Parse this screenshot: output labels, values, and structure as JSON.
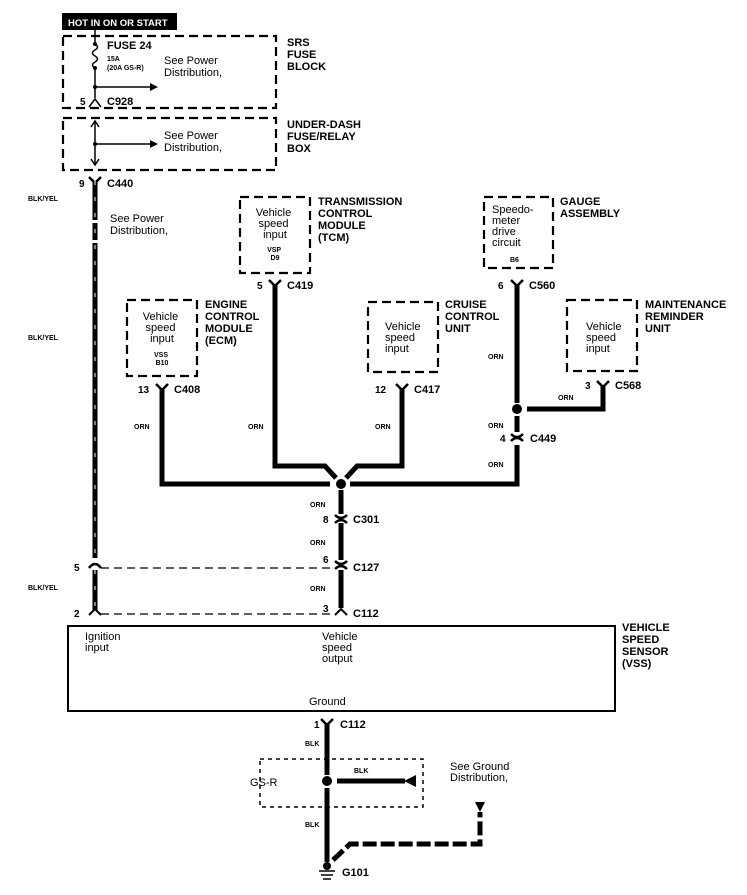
{
  "header": {
    "hot_label": "HOT IN ON OR START"
  },
  "srs_fuse_block": {
    "title_lines": [
      "SRS",
      "FUSE",
      "BLOCK"
    ],
    "fuse_name": "FUSE 24",
    "fuse_ratings": [
      "15A",
      "(20A GS-R)"
    ],
    "see_lines": [
      "See Power",
      "Distribution,"
    ],
    "pin": "5",
    "connector": "C928"
  },
  "under_dash_box": {
    "title_lines": [
      "UNDER-DASH",
      "FUSE/RELAY",
      "BOX"
    ],
    "see_lines": [
      "See Power",
      "Distribution,"
    ],
    "pin": "9",
    "connector": "C440"
  },
  "left_wire": {
    "color_labels": [
      "BLK/YEL",
      "BLK/YEL",
      "BLK/YEL"
    ],
    "see_lines": [
      "See Power",
      "Distribution,"
    ]
  },
  "tcm": {
    "title_lines": [
      "TRANSMISSION",
      "CONTROL",
      "MODULE",
      "(TCM)"
    ],
    "input_lines": [
      "Vehicle",
      "speed",
      "input"
    ],
    "terminal_lines": [
      "VSP",
      "D9"
    ],
    "pin": "5",
    "connector": "C419",
    "wire_color": "ORN"
  },
  "gauge": {
    "title_lines": [
      "GAUGE",
      "ASSEMBLY"
    ],
    "input_lines": [
      "Speedo-",
      "meter",
      "drive",
      "circuit"
    ],
    "terminal_lines": [
      "B6"
    ],
    "pin": "6",
    "connector": "C560",
    "wire_colors": [
      "ORN",
      "ORN",
      "ORN"
    ]
  },
  "ecm": {
    "title_lines": [
      "ENGINE",
      "CONTROL",
      "MODULE",
      "(ECM)"
    ],
    "input_lines": [
      "Vehicle",
      "speed",
      "input"
    ],
    "terminal_lines": [
      "VSS",
      "B10"
    ],
    "pin": "13",
    "connector": "C408",
    "wire_color": "ORN"
  },
  "cruise": {
    "title_lines": [
      "CRUISE",
      "CONTROL",
      "UNIT"
    ],
    "input_lines": [
      "Vehicle",
      "speed",
      "input"
    ],
    "pin": "12",
    "connector": "C417",
    "wire_color": "ORN"
  },
  "maintenance": {
    "title_lines": [
      "MAINTENANCE",
      "REMINDER",
      "UNIT"
    ],
    "input_lines": [
      "Vehicle",
      "speed",
      "input"
    ],
    "pin": "3",
    "connector": "C568",
    "wire_color": "ORN"
  },
  "c449": {
    "pin": "4",
    "connector": "C449"
  },
  "trunk": {
    "segments": [
      {
        "color": "ORN",
        "pin": "8",
        "connector": "C301"
      },
      {
        "color": "ORN",
        "pin": "6",
        "connector": "C127"
      },
      {
        "color": "ORN",
        "pin": "3",
        "connector": "C112"
      }
    ],
    "left_pins": [
      "5",
      "2"
    ]
  },
  "vss": {
    "title_lines": [
      "VEHICLE",
      "SPEED",
      "SENSOR",
      "(VSS)"
    ],
    "ignition_lines": [
      "Ignition",
      "input"
    ],
    "output_lines": [
      "Vehicle",
      "speed",
      "output"
    ],
    "ground_label": "Ground"
  },
  "ground": {
    "pin": "1",
    "connector": "C112",
    "wire_colors": [
      "BLK",
      "BLK",
      "BLK"
    ],
    "gsr_label": "GS-R",
    "see_lines": [
      "See Ground",
      "Distribution,"
    ],
    "ground_point": "G101"
  }
}
